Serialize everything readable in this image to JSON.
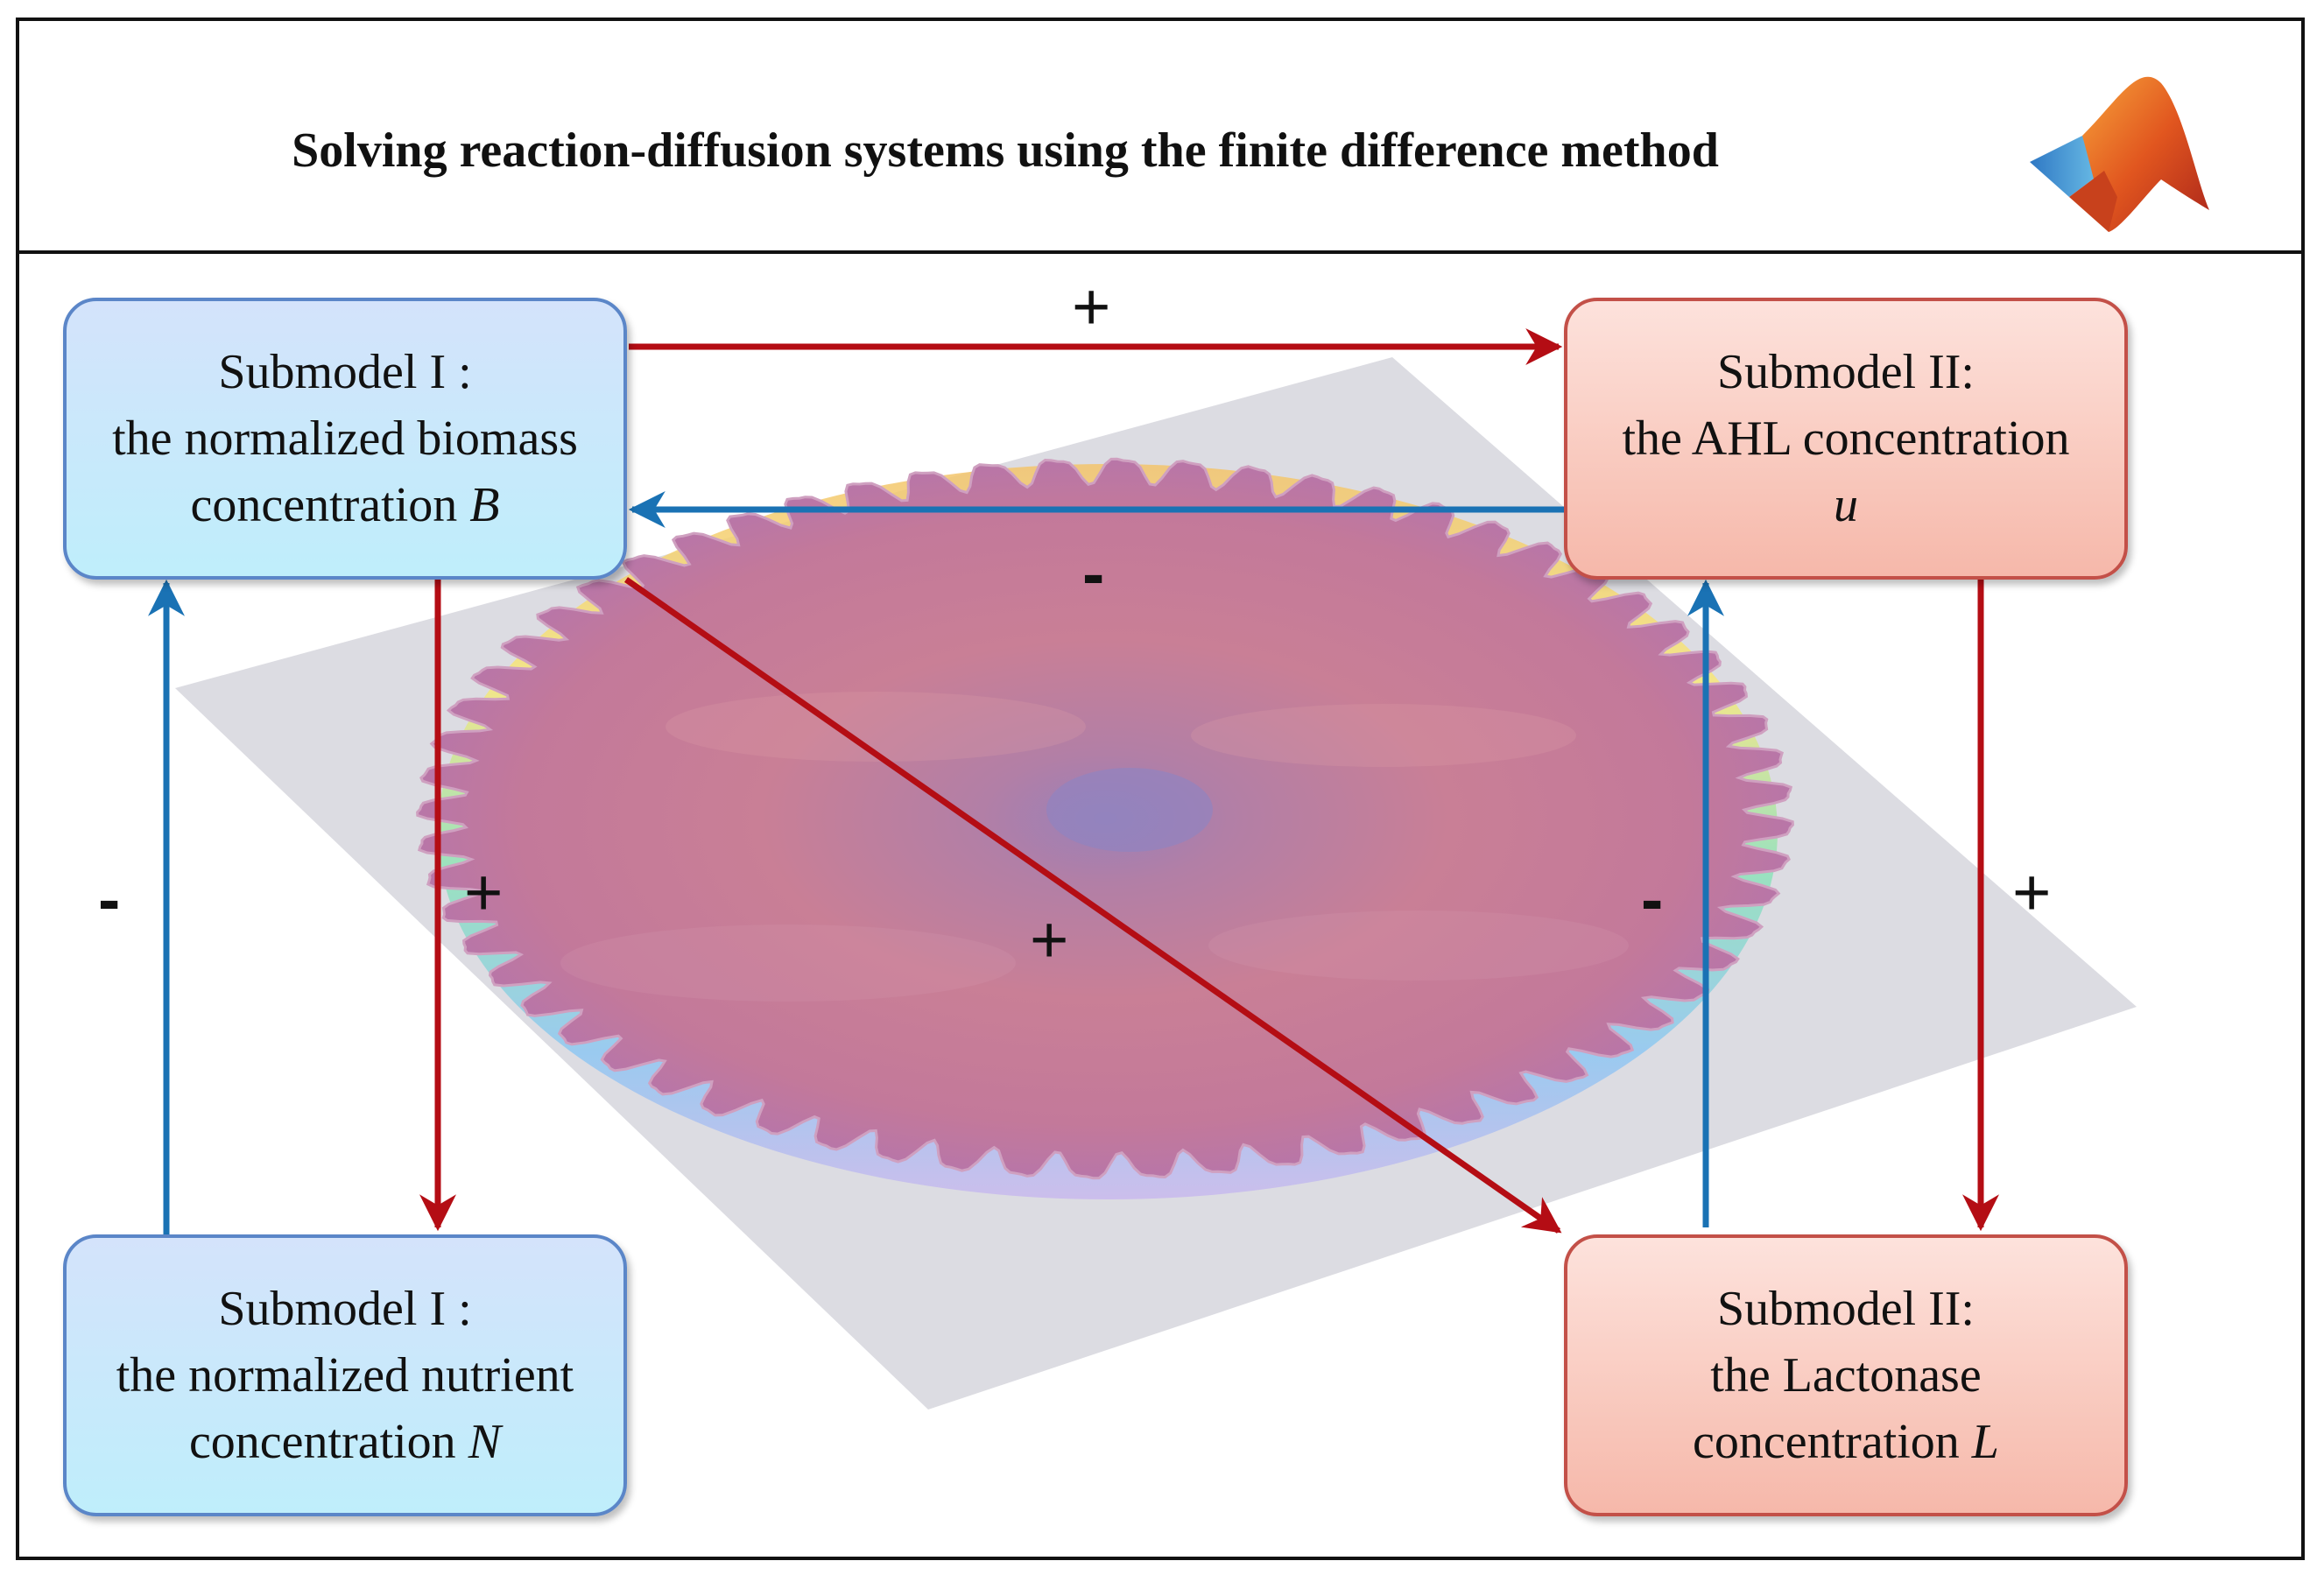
{
  "header": {
    "title": "Solving reaction-diffusion systems using the finite difference method"
  },
  "boxes": {
    "biomass": {
      "line1": "Submodel I :",
      "line2": "the normalized biomass",
      "line3_text": "concentration ",
      "symbol": "B"
    },
    "nutrient": {
      "line1": "Submodel I :",
      "line2": "the normalized nutrient",
      "line3_text": "concentration ",
      "symbol": "N"
    },
    "ahl": {
      "line1": "Submodel II:",
      "line2": "the AHL concentration",
      "line3_text": "",
      "symbol": "u"
    },
    "lactonase": {
      "line1": "Submodel II:",
      "line2": "the Lactonase",
      "line3_text": "concentration ",
      "symbol": "L"
    }
  },
  "signs": {
    "biomass_to_ahl": "+",
    "ahl_to_biomass": "-",
    "biomass_to_nutrient": "+",
    "nutrient_to_biomass": "-",
    "biomass_to_lactonase": "+",
    "lactonase_to_ahl": "-",
    "ahl_to_lactonase": "+"
  },
  "colors": {
    "activation_arrow": "#b40d14",
    "inhibition_arrow": "#1a72b4",
    "blue_box_border": "#5b86c8",
    "red_box_border": "#c35048",
    "plane": "#dcdce2",
    "colony": "#c87a94"
  },
  "icons": {
    "logo": "matlab-membrane-logo"
  }
}
